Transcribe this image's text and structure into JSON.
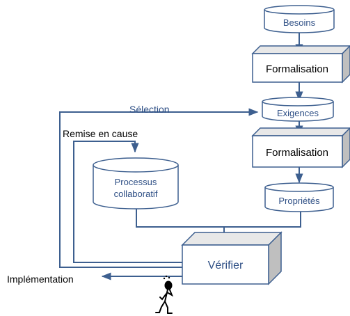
{
  "nodes": {
    "besoins": "Besoins",
    "formalisation_1": "Formalisation",
    "exigences": "Exigences",
    "formalisation_2": "Formalisation",
    "proprietes": "Propriétés",
    "processus_line1": "Processus",
    "processus_line2": "collaboratif",
    "verifier": "Vérifier"
  },
  "edges": {
    "selection": "Sélection",
    "remise_en_cause": "Remise en cause",
    "implementation": "Implémentation"
  },
  "colors": {
    "stroke": "#3d5f8f",
    "text_dark": "#000000",
    "text_blue": "#2e4f85",
    "box_front": "#ffffff",
    "box_side": "#bfbfbf",
    "box_top": "#e8e8e8"
  },
  "icons": {
    "person": "stick-figure-thinking-icon"
  }
}
